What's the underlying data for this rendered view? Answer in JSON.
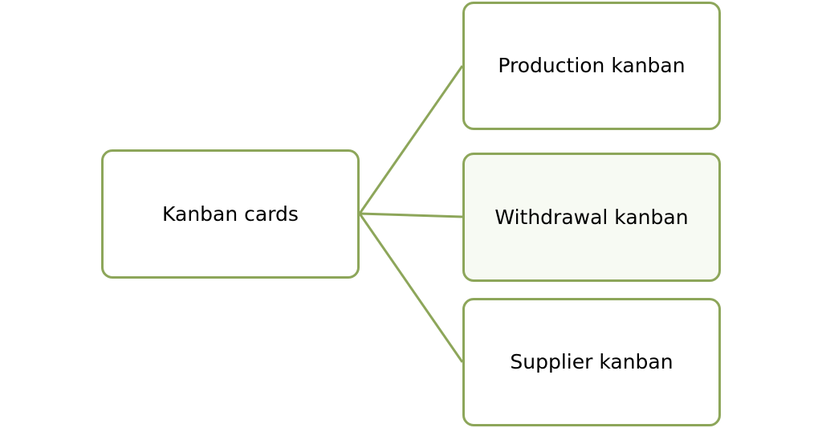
{
  "diagram": {
    "root": {
      "label": "Kanban cards"
    },
    "children": [
      {
        "label": "Production kanban"
      },
      {
        "label": "Withdrawal kanban"
      },
      {
        "label": "Supplier kanban"
      }
    ]
  },
  "colors": {
    "border": "#8da65a",
    "connector": "#8da65a",
    "highlight_fill": "#f7faf3",
    "text": "#000000",
    "background": "#ffffff"
  }
}
